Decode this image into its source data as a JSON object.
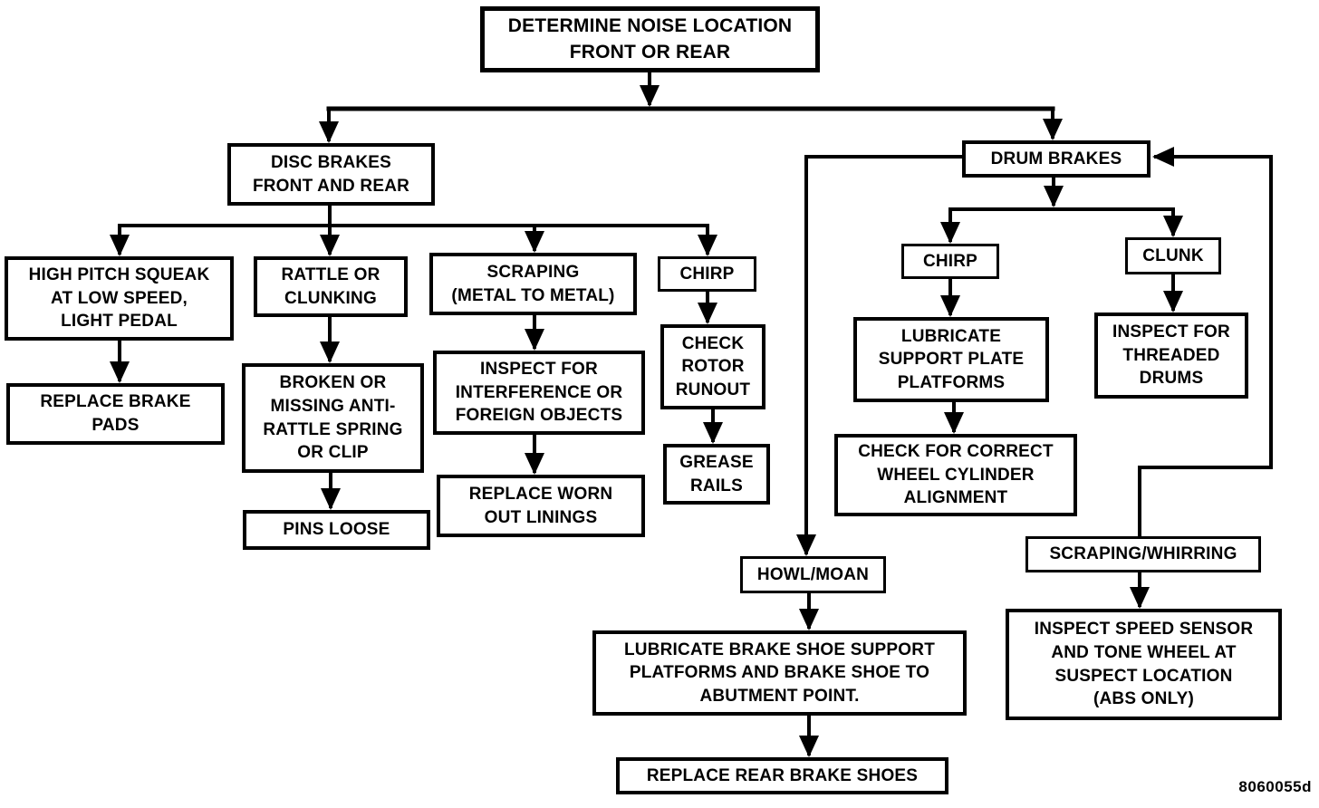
{
  "colors": {
    "ink": "#000000",
    "paper": "#ffffff"
  },
  "figure_code": "8060055d",
  "nodes": {
    "determine_noise_location": {
      "label": "DETERMINE NOISE LOCATION\nFRONT OR REAR"
    },
    "disc_brakes": {
      "label": "DISC BRAKES\nFRONT AND REAR"
    },
    "high_pitch_squeak": {
      "label": "HIGH PITCH SQUEAK\nAT LOW SPEED,\nLIGHT PEDAL"
    },
    "replace_brake_pads": {
      "label": "REPLACE BRAKE\nPADS"
    },
    "rattle_or_clunking": {
      "label": "RATTLE OR\nCLUNKING"
    },
    "broken_or_missing_spring": {
      "label": "BROKEN OR\nMISSING ANTI-\nRATTLE SPRING\nOR CLIP"
    },
    "pins_loose": {
      "label": "PINS LOOSE"
    },
    "scraping_metal_to_metal": {
      "label": "SCRAPING\n(METAL TO METAL)"
    },
    "inspect_for_interference": {
      "label": "INSPECT FOR\nINTERFERENCE OR\nFOREIGN OBJECTS"
    },
    "replace_worn_out_linings": {
      "label": "REPLACE WORN\nOUT LININGS"
    },
    "chirp_disc": {
      "label": "CHIRP"
    },
    "check_rotor_runout": {
      "label": "CHECK\nROTOR\nRUNOUT"
    },
    "grease_rails": {
      "label": "GREASE\nRAILS"
    },
    "drum_brakes": {
      "label": "DRUM BRAKES"
    },
    "chirp_drum": {
      "label": "CHIRP"
    },
    "lubricate_support_plate_platforms": {
      "label": "LUBRICATE\nSUPPORT PLATE\nPLATFORMS"
    },
    "check_wheel_cylinder_alignment": {
      "label": "CHECK FOR CORRECT\nWHEEL CYLINDER\nALIGNMENT"
    },
    "clunk": {
      "label": "CLUNK"
    },
    "inspect_for_threaded_drums": {
      "label": "INSPECT FOR\nTHREADED\nDRUMS"
    },
    "scraping_whirring": {
      "label": "SCRAPING/WHIRRING"
    },
    "inspect_speed_sensor": {
      "label": "INSPECT SPEED SENSOR\nAND TONE WHEEL AT\nSUSPECT LOCATION\n(ABS ONLY)"
    },
    "howl_moan": {
      "label": "HOWL/MOAN"
    },
    "lubricate_brake_shoe_support": {
      "label": "LUBRICATE BRAKE SHOE SUPPORT\nPLATFORMS AND BRAKE SHOE TO\nABUTMENT POINT."
    },
    "replace_rear_brake_shoes": {
      "label": "REPLACE REAR BRAKE SHOES"
    }
  },
  "edges": [
    "determine_noise_location -> disc_brakes",
    "determine_noise_location -> drum_brakes",
    "disc_brakes -> high_pitch_squeak",
    "disc_brakes -> rattle_or_clunking",
    "disc_brakes -> scraping_metal_to_metal",
    "disc_brakes -> chirp_disc",
    "high_pitch_squeak -> replace_brake_pads",
    "rattle_or_clunking -> broken_or_missing_spring",
    "broken_or_missing_spring -> pins_loose",
    "scraping_metal_to_metal -> inspect_for_interference",
    "inspect_for_interference -> replace_worn_out_linings",
    "chirp_disc -> check_rotor_runout",
    "check_rotor_runout -> grease_rails",
    "drum_brakes -> chirp_drum",
    "drum_brakes -> clunk",
    "drum_brakes -> howl_moan",
    "chirp_drum -> lubricate_support_plate_platforms",
    "lubricate_support_plate_platforms -> check_wheel_cylinder_alignment",
    "clunk -> inspect_for_threaded_drums",
    "scraping_whirring -> drum_brakes",
    "scraping_whirring -> inspect_speed_sensor",
    "howl_moan -> lubricate_brake_shoe_support",
    "lubricate_brake_shoe_support -> replace_rear_brake_shoes"
  ]
}
